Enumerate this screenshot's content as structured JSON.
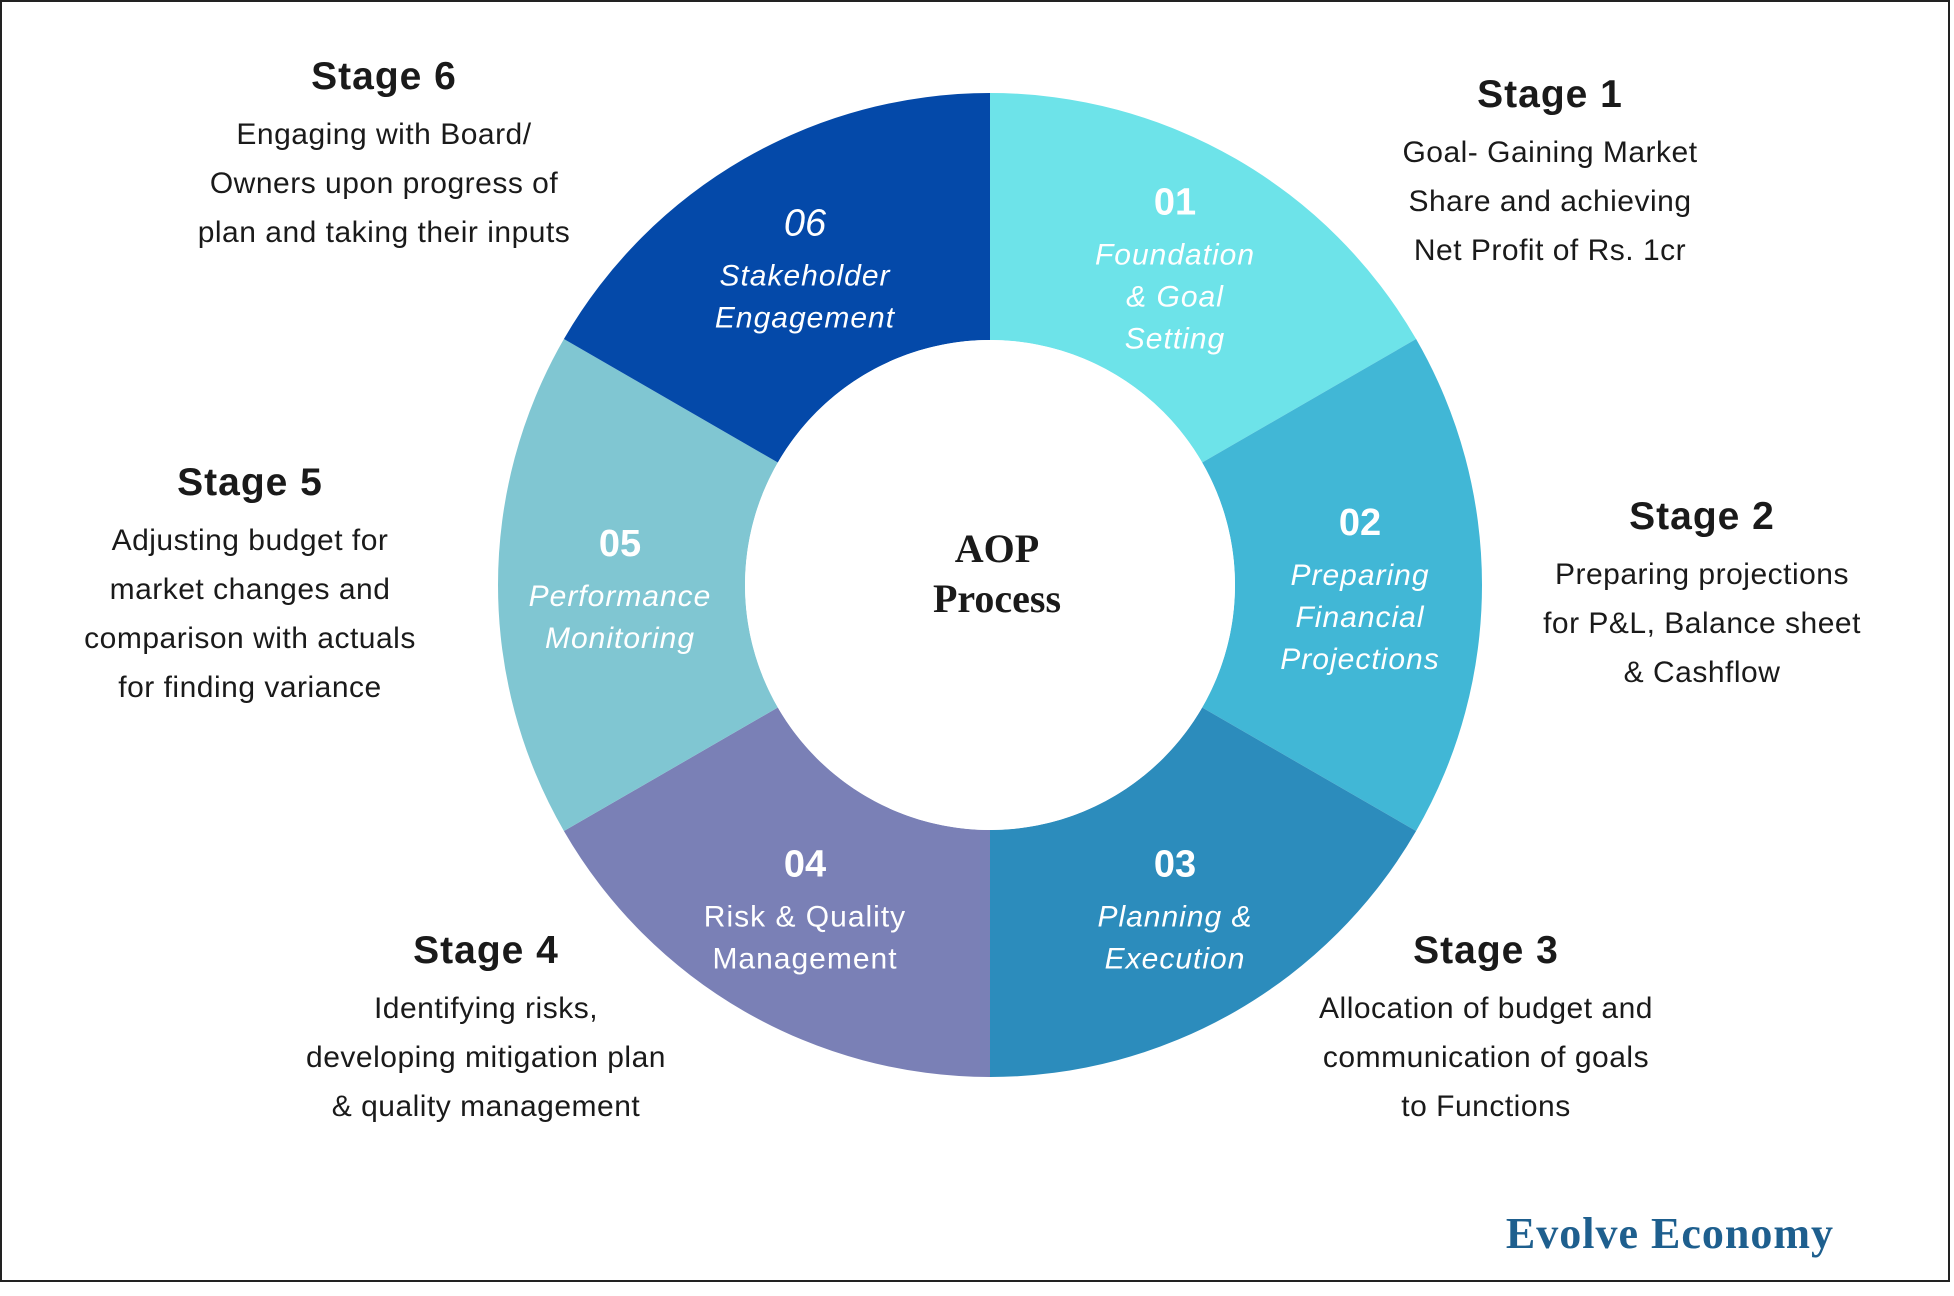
{
  "center": {
    "line1": "AOP",
    "line2": "Process"
  },
  "brand": "Evolve Economy",
  "segments": [
    {
      "number": "01",
      "label": [
        "Foundation",
        "& Goal",
        "Setting"
      ],
      "color": "#6de3e9",
      "italic": true
    },
    {
      "number": "02",
      "label": [
        "Preparing",
        "Financial",
        "Projections"
      ],
      "color": "#41b7d6",
      "italic": true
    },
    {
      "number": "03",
      "label": [
        "Planning &",
        "Execution"
      ],
      "color": "#2c8cbc",
      "italic": true
    },
    {
      "number": "04",
      "label": [
        "Risk & Quality",
        "Management"
      ],
      "color": "#7a80b6",
      "italic": false
    },
    {
      "number": "05",
      "label": [
        "Performance",
        "Monitoring"
      ],
      "color": "#80c6d2",
      "italic": true
    },
    {
      "number": "06",
      "label": [
        "Stakeholder",
        "Engagement"
      ],
      "color": "#0449a9",
      "italic": true,
      "number_italic": true
    }
  ],
  "stages": [
    {
      "title": "Stage 1",
      "desc": "Goal- Gaining Market\nShare and achieving\nNet Profit of Rs. 1cr"
    },
    {
      "title": "Stage 2",
      "desc": "Preparing projections\nfor P&L, Balance sheet\n& Cashflow"
    },
    {
      "title": "Stage 3",
      "desc": "Allocation of budget and\ncommunication of goals\nto Functions"
    },
    {
      "title": "Stage 4",
      "desc": "Identifying risks,\ndeveloping mitigation plan\n& quality management"
    },
    {
      "title": "Stage 5",
      "desc": "Adjusting budget for\nmarket changes and\ncomparison with actuals\nfor finding variance"
    },
    {
      "title": "Stage 6",
      "desc": "Engaging with Board/\nOwners upon progress of\nplan and taking their inputs"
    }
  ]
}
